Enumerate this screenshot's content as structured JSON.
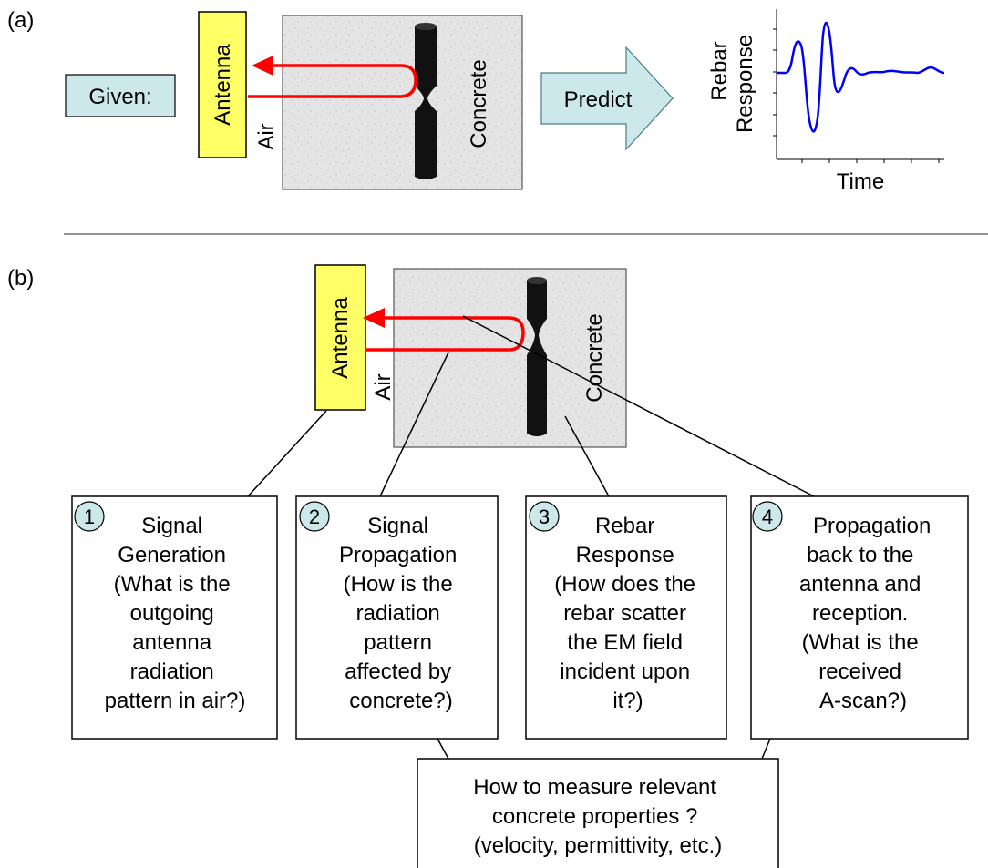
{
  "panel_a": {
    "label": "(a)",
    "given_label": "Given:",
    "antenna_label": "Antenna",
    "air_label": "Air",
    "concrete_label": "Concrete",
    "predict_label": "Predict",
    "response_ylabel_line1": "Rebar",
    "response_ylabel_line2": "Response",
    "response_xlabel": "Time"
  },
  "panel_b": {
    "label": "(b)",
    "antenna_label": "Antenna",
    "air_label": "Air",
    "concrete_label": "Concrete",
    "steps": [
      {
        "number": "1",
        "lines": [
          "Signal",
          "Generation",
          "(What is the",
          "outgoing",
          "antenna",
          "radiation",
          "pattern in air?)"
        ]
      },
      {
        "number": "2",
        "lines": [
          "Signal",
          "Propagation",
          "(How is the",
          "radiation",
          "pattern",
          "affected by",
          "concrete?)"
        ]
      },
      {
        "number": "3",
        "lines": [
          "Rebar",
          "Response",
          "(How does the",
          "rebar scatter",
          "the EM field",
          "incident upon",
          "it?)"
        ]
      },
      {
        "number": "4",
        "lines": [
          "Propagation",
          "back to the",
          "antenna and",
          "reception.",
          "(What is the",
          "received",
          "A-scan?)"
        ]
      }
    ],
    "measure_lines": [
      "How to measure relevant",
      "concrete properties ?",
      "(velocity, permittivity, etc.)"
    ]
  },
  "colors": {
    "antenna_fill": "#ffff66",
    "callout_fill": "#cce8ea",
    "concrete_fill": "#e4e4e4",
    "signal_path": "#ff0000",
    "waveform": "#0000ff"
  }
}
